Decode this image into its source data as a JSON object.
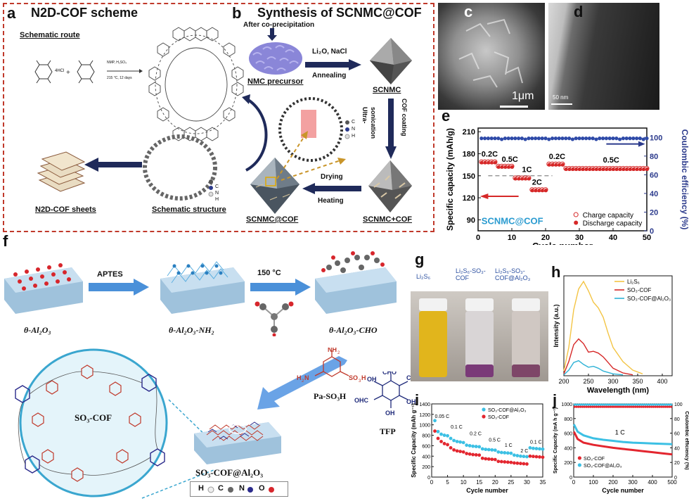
{
  "panel_labels": {
    "a": "a",
    "b": "b",
    "c": "c",
    "d": "d",
    "e": "e",
    "f": "f",
    "g": "g",
    "h": "h",
    "i": "i",
    "j": "j"
  },
  "a": {
    "title": "N2D-COF scheme",
    "route_label": "Schematic route",
    "reactant_note": "4HCl",
    "conditions": [
      "NMP, H₂SO₄",
      "215 °C, 12 days"
    ],
    "structure_label": "Schematic structure",
    "sheets_label": "N2D-COF sheets",
    "legend": [
      "C",
      "N",
      "H"
    ]
  },
  "b": {
    "title": "Synthesis of SCNMC@COF",
    "coprecip": "After co-precipitation",
    "precursor": "NMC precursor",
    "reagents": "Li₂O, NaCl",
    "annealing": "Annealing",
    "scnmc": "SCNMC",
    "coating_1": "Ultra-",
    "coating_2": "sonication",
    "coating_3": "COF coating",
    "drying": "Drying",
    "heating": "Heating",
    "scnmc_cof_plus": "SCNMC+COF",
    "scnmc_at_cof": "SCNMC@COF",
    "legend": [
      "C",
      "N",
      "H"
    ]
  },
  "c": {
    "scalebar": "1μm"
  },
  "d": {
    "scalebar": "50 nm"
  },
  "f": {
    "step1": "APTES",
    "step2": "150 °C",
    "s1": "θ-Al₂O₃",
    "s2": "θ-Al₂O₃-NH₂",
    "s3": "θ-Al₂O₃-CHO",
    "cof_label": "SO₃-COF",
    "final_label": "SO₃-COF@Al₂O₃",
    "monomer1": "Pa-SO₃H",
    "monomer2": "TFP",
    "atom_legend": [
      "H",
      "C",
      "N",
      "O"
    ]
  },
  "g": {
    "vials": [
      "Li₂S₆",
      "Li₂S₆-SO₃-COF",
      "Li₂S₆-SO₃-COF@Al₂O₃"
    ]
  },
  "chart_data": [
    {
      "id": "e",
      "type": "scatter",
      "xlabel": "Cycle number",
      "ylabel": "Specific capacity (mAh/g)",
      "y2label": "Coulombic efficiency (%)",
      "xlim": [
        0,
        50
      ],
      "ylim": [
        75,
        215
      ],
      "y2lim": [
        0,
        110
      ],
      "xticks": [
        0,
        10,
        20,
        30,
        40,
        50
      ],
      "yticks": [
        90,
        120,
        150,
        180,
        210
      ],
      "y2ticks": [
        0,
        20,
        40,
        60,
        80,
        100
      ],
      "inset_label": "SCNMC@COF",
      "legend": [
        "Charge capacity",
        "Discharge capacity"
      ],
      "rate_labels": [
        "0.2C",
        "0.5C",
        "1C",
        "2C",
        "0.2C",
        "0.5C"
      ],
      "dashed_level": 150,
      "segments": [
        {
          "x": [
            1,
            5
          ],
          "charge": 169,
          "discharge": 168
        },
        {
          "x": [
            6,
            10
          ],
          "charge": 163,
          "discharge": 162
        },
        {
          "x": [
            11,
            15
          ],
          "charge": 147,
          "discharge": 146
        },
        {
          "x": [
            16,
            20
          ],
          "charge": 131,
          "discharge": 130
        },
        {
          "x": [
            21,
            25
          ],
          "charge": 166,
          "discharge": 165
        },
        {
          "x": [
            26,
            50
          ],
          "charge": 160,
          "discharge": 159
        }
      ],
      "coulombic_efficiency": 99
    },
    {
      "id": "h",
      "type": "line",
      "xlabel": "Wavelength (nm)",
      "ylabel": "Intensity (a.u.)",
      "xlim": [
        200,
        420
      ],
      "xticks": [
        200,
        250,
        300,
        350,
        400
      ],
      "series": [
        {
          "name": "Li₂S₆",
          "color": "#f3c444",
          "x": [
            200,
            210,
            220,
            230,
            240,
            250,
            260,
            270,
            280,
            290,
            300,
            320,
            340,
            360
          ],
          "y": [
            0.05,
            0.3,
            0.7,
            0.92,
            1.0,
            0.9,
            0.78,
            0.72,
            0.62,
            0.45,
            0.3,
            0.15,
            0.06,
            0.02
          ]
        },
        {
          "name": "SO₃-COF",
          "color": "#d62828",
          "x": [
            200,
            210,
            220,
            230,
            240,
            250,
            260,
            270,
            280,
            290,
            300,
            320,
            340
          ],
          "y": [
            0.02,
            0.15,
            0.33,
            0.39,
            0.34,
            0.25,
            0.26,
            0.24,
            0.2,
            0.14,
            0.08,
            0.03,
            0.01
          ]
        },
        {
          "name": "SO₃-COF@Al₂O₃",
          "color": "#2eb2d6",
          "x": [
            200,
            210,
            220,
            230,
            240,
            250,
            260,
            270,
            280,
            300,
            320
          ],
          "y": [
            0.01,
            0.06,
            0.14,
            0.16,
            0.12,
            0.09,
            0.1,
            0.08,
            0.05,
            0.02,
            0.01
          ]
        }
      ]
    },
    {
      "id": "i",
      "type": "scatter",
      "xlabel": "Cycle number",
      "ylabel": "Specific Capacity (mAh g⁻¹)",
      "xlim": [
        0,
        35
      ],
      "ylim": [
        0,
        1400
      ],
      "xticks": [
        0,
        5,
        10,
        15,
        20,
        25,
        30,
        35
      ],
      "yticks": [
        0,
        200,
        400,
        600,
        800,
        1000,
        1200,
        1400
      ],
      "rate_labels": [
        "0.05 C",
        "0.1 C",
        "0.2 C",
        "0.5 C",
        "1 C",
        "2 C",
        "0.1 C"
      ],
      "series": [
        {
          "name": "SO₃-COF@Al₂O₃",
          "color": "#3cc0e4",
          "x": [
            1,
            2,
            3,
            4,
            5,
            6,
            7,
            8,
            9,
            10,
            11,
            12,
            13,
            14,
            15,
            16,
            17,
            18,
            19,
            20,
            21,
            22,
            23,
            24,
            25,
            26,
            27,
            28,
            29,
            30,
            31,
            32,
            33,
            34,
            35
          ],
          "y": [
            1080,
            870,
            820,
            800,
            790,
            740,
            700,
            680,
            670,
            660,
            610,
            600,
            590,
            585,
            580,
            540,
            530,
            525,
            520,
            515,
            480,
            470,
            465,
            460,
            455,
            420,
            410,
            400,
            395,
            390,
            560,
            550,
            545,
            540,
            535
          ]
        },
        {
          "name": "SO₃-COF",
          "color": "#e3262f",
          "x": [
            1,
            2,
            3,
            4,
            5,
            6,
            7,
            8,
            9,
            10,
            11,
            12,
            13,
            14,
            15,
            16,
            17,
            18,
            19,
            20,
            21,
            22,
            23,
            24,
            25,
            26,
            27,
            28,
            29,
            30,
            31,
            32,
            33,
            34,
            35
          ],
          "y": [
            880,
            740,
            680,
            640,
            620,
            560,
            520,
            500,
            490,
            480,
            450,
            440,
            430,
            425,
            420,
            360,
            350,
            345,
            340,
            335,
            300,
            295,
            290,
            285,
            280,
            270,
            265,
            260,
            255,
            250,
            400,
            395,
            390,
            385,
            380
          ]
        }
      ]
    },
    {
      "id": "j",
      "type": "scatter",
      "xlabel": "Cycle number",
      "ylabel": "Specific Capacity (mA h g⁻¹)",
      "y2label": "Coulombic efficiency (%)",
      "xlim": [
        0,
        500
      ],
      "ylim": [
        0,
        1000
      ],
      "y2lim": [
        0,
        100
      ],
      "xticks": [
        0,
        100,
        200,
        300,
        400,
        500
      ],
      "yticks": [
        0,
        200,
        400,
        600,
        800,
        1000
      ],
      "y2ticks": [
        0,
        20,
        40,
        60,
        80,
        100
      ],
      "rate_label": "1 C",
      "series": [
        {
          "name": "SO₃-COF",
          "color": "#e3262f",
          "x": [
            1,
            20,
            50,
            100,
            150,
            200,
            250,
            300,
            350,
            400,
            450,
            500
          ],
          "y": [
            620,
            520,
            470,
            440,
            420,
            400,
            385,
            370,
            355,
            340,
            325,
            310
          ]
        },
        {
          "name": "SO₃-COF@Al₂O₃",
          "color": "#3cc0e4",
          "x": [
            1,
            20,
            50,
            100,
            150,
            200,
            250,
            300,
            350,
            400,
            450,
            500
          ],
          "y": [
            720,
            620,
            570,
            530,
            510,
            495,
            480,
            470,
            465,
            460,
            455,
            450
          ]
        }
      ],
      "efficiency": [
        {
          "name": "SO₃-COF",
          "color": "#e3262f",
          "value": 96
        },
        {
          "name": "SO₃-COF@Al₂O₃",
          "color": "#3cc0e4",
          "value": 99
        }
      ]
    }
  ]
}
